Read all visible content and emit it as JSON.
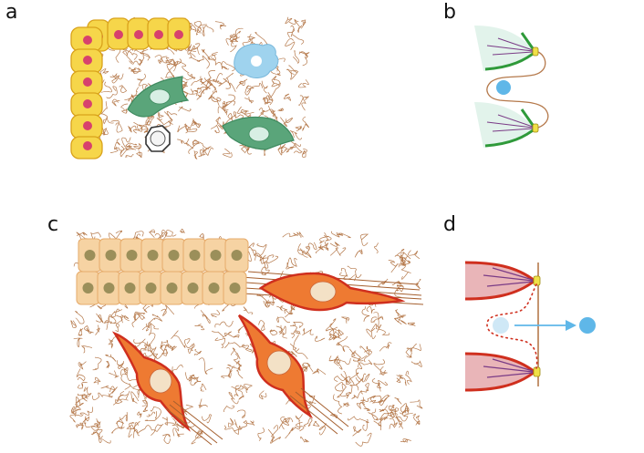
{
  "panels": {
    "a": {
      "label": "a"
    },
    "b": {
      "label": "b"
    },
    "c": {
      "label": "c"
    },
    "d": {
      "label": "d"
    }
  },
  "colors": {
    "fiber": "#b5794b",
    "epithelium_yellow": "#f6d64a",
    "epithelium_outline": "#d9a21b",
    "nucleus_pink": "#d7416d",
    "fibroblast_green": "#5aa57a",
    "fibroblast_nucleus": "#d8efe4",
    "blue_cell": "#9fd3ee",
    "blue_dot": "#5fb7e8",
    "tissue_peach": "#f6d3a3",
    "tissue_outline": "#e6ab6b",
    "tissue_nucleus": "#9b8f5a",
    "invading_red": "#cf2f1e",
    "invading_orange": "#ee7a32",
    "membrane_green": "#2f9a3a",
    "adhesion_yellow": "#f0e048",
    "actin_purple": "#7a3b86",
    "tip_pink": "#e9b5b8"
  },
  "icons": [
    "epithelial-cell-icon",
    "fibroblast-icon",
    "immune-cell-icon",
    "invading-cell-icon",
    "migrating-cell-icon"
  ]
}
